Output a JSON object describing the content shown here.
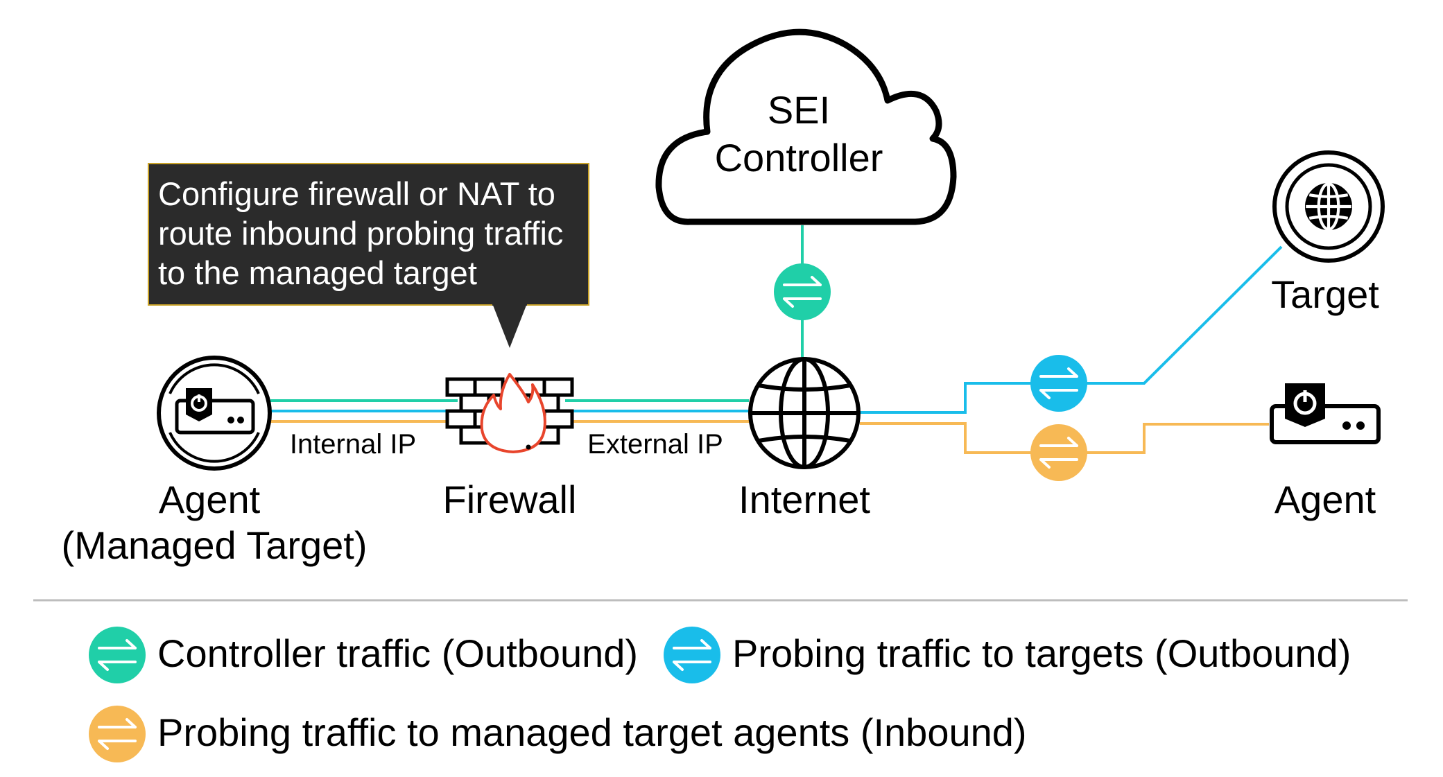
{
  "colors": {
    "controller": "#20cfa8",
    "outbound": "#19bdea",
    "inbound": "#f7b955",
    "firewall_flame": "#e8452c",
    "callout_bg": "#2b2b2b",
    "callout_border": "#c9a227",
    "divider": "#bdbdbd"
  },
  "cloud": {
    "line1": "SEI",
    "line2": "Controller",
    "icon": "cloud-icon"
  },
  "callout": {
    "line1": "Configure firewall or NAT to",
    "line2": "route inbound probing traffic",
    "line3": "to the managed target"
  },
  "nodes": {
    "agent_managed": {
      "line1": "Agent",
      "line2": "(Managed Target)",
      "icon": "agent-device-icon"
    },
    "firewall": {
      "label": "Firewall",
      "icon": "firewall-icon"
    },
    "internet": {
      "label": "Internet",
      "icon": "globe-icon"
    },
    "target": {
      "label": "Target",
      "icon": "globe-icon"
    },
    "agent": {
      "label": "Agent",
      "icon": "agent-device-icon"
    }
  },
  "links": {
    "internal": "Internal IP",
    "external": "External IP"
  },
  "legend": {
    "controller": "Controller traffic (Outbound)",
    "outbound": "Probing traffic to targets (Outbound)",
    "inbound": "Probing traffic to managed target agents (Inbound)",
    "icon": "bidirectional-arrows-icon"
  }
}
